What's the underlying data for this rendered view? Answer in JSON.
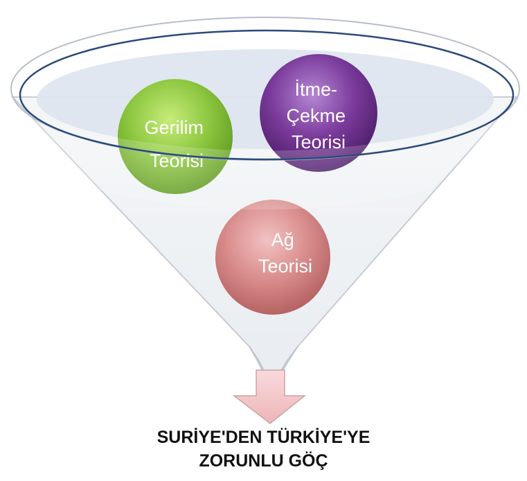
{
  "diagram": {
    "circles": [
      {
        "id": "gerilim",
        "lines": [
          "Gerilim",
          "Teorisi"
        ],
        "color": "#8cc63f"
      },
      {
        "id": "itme",
        "lines": [
          "İtme-",
          "Çekme",
          "Teorisi"
        ],
        "color": "#7a3a9a"
      },
      {
        "id": "ag",
        "lines": [
          "Ağ",
          "Teorisi"
        ],
        "color": "#d98c8c"
      }
    ],
    "result": {
      "line1": "SURİYE'DEN TÜRKİYE'YE",
      "line2": "ZORUNLU GÖÇ"
    },
    "colors": {
      "funnel_outline": "#2b4a7a",
      "funnel_inner": "#dde4ee",
      "arrow_fill": "#f5c9cb"
    }
  }
}
